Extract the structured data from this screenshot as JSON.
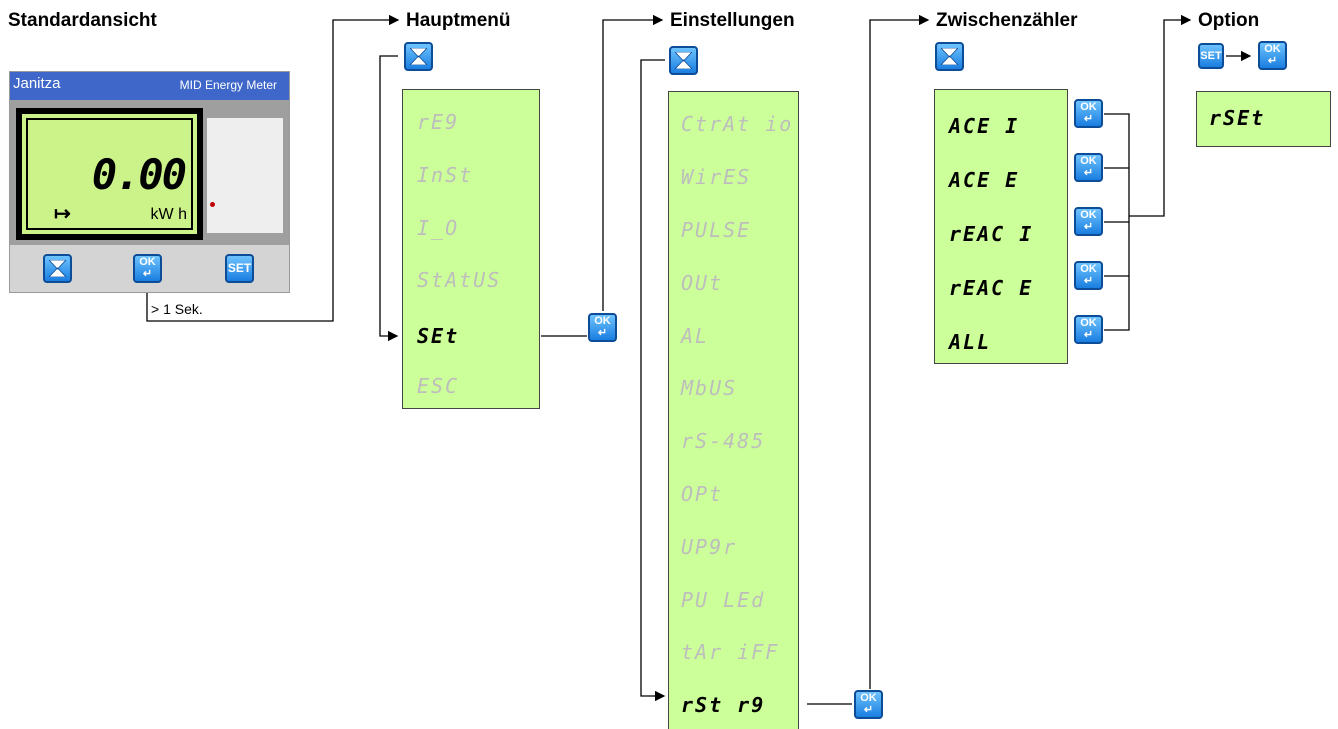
{
  "headings": {
    "standard": "Standardansicht",
    "main": "Hauptmenü",
    "settings": "Einstellungen",
    "intermediate": "Zwischenzähler",
    "option": "Option"
  },
  "device": {
    "brand": "Janitza",
    "model": "MID Energy Meter",
    "lcd_value": "0.00",
    "lcd_unit": "kW  h",
    "lcd_arrow": "↦",
    "buttons": {
      "ok_label": "OK",
      "set_label": "SET"
    }
  },
  "hold_note": "> 1 Sek.",
  "main_menu": {
    "items": [
      "rE9",
      "InSt",
      "I_O",
      "StAtUS",
      "SEt",
      "ESC"
    ],
    "active_index": 4
  },
  "settings_menu": {
    "items": [
      "CtrAt io",
      "WirES",
      "PULSE",
      "OUt",
      "AL",
      "MbUS",
      "rS-485",
      "OPt",
      "UP9r",
      "PU LEd",
      "tAr iFF",
      "rSt r9"
    ],
    "active_index": 11
  },
  "intermediate_menu": {
    "items": [
      "ACE I",
      "ACE E",
      "rEAC I",
      "rEAC E",
      "ALL"
    ]
  },
  "option": {
    "set_label": "SET",
    "ok_label": "OK",
    "value": "rSEt"
  },
  "colors": {
    "lcd_green": "#ccff99",
    "button_blue": "#1a7ee0",
    "header_blue": "#3e67c9"
  }
}
